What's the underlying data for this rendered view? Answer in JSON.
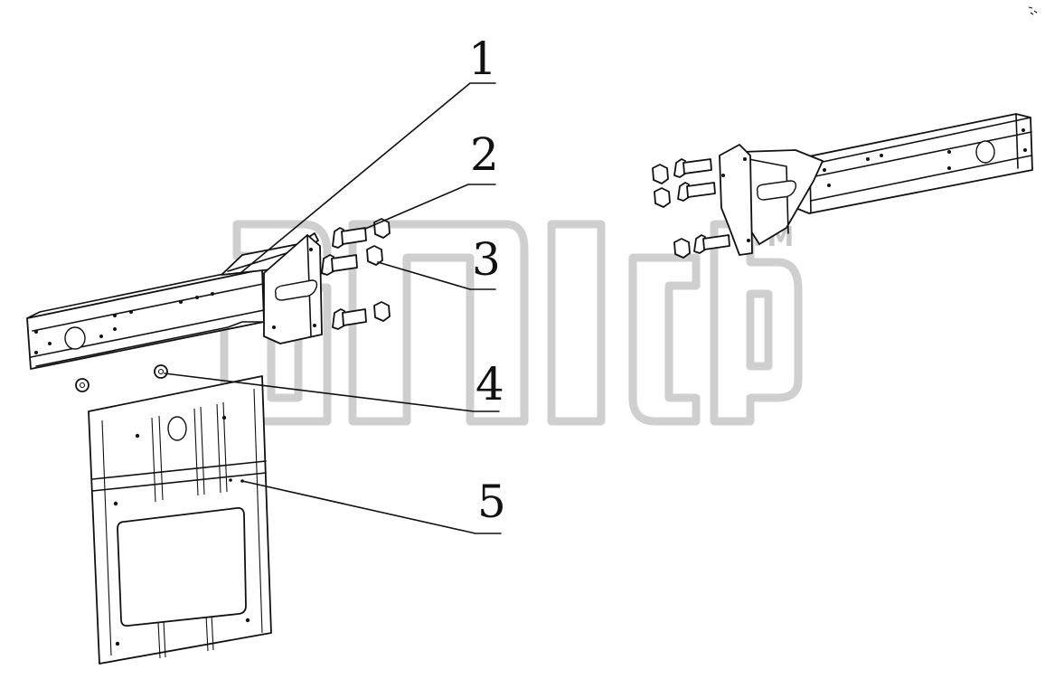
{
  "diagram": {
    "callouts": [
      {
        "id": "1",
        "label": "1"
      },
      {
        "id": "2",
        "label": "2"
      },
      {
        "id": "3",
        "label": "3"
      },
      {
        "id": "4",
        "label": "4"
      },
      {
        "id": "5",
        "label": "5"
      }
    ],
    "watermark": {
      "trademark": "TM"
    },
    "parts": [
      "left-frame-rail",
      "left-mounting-bracket",
      "left-bolts",
      "left-nuts",
      "washers",
      "mud-flap",
      "right-frame-rail",
      "right-mounting-bracket",
      "right-bolts",
      "right-nuts"
    ]
  }
}
